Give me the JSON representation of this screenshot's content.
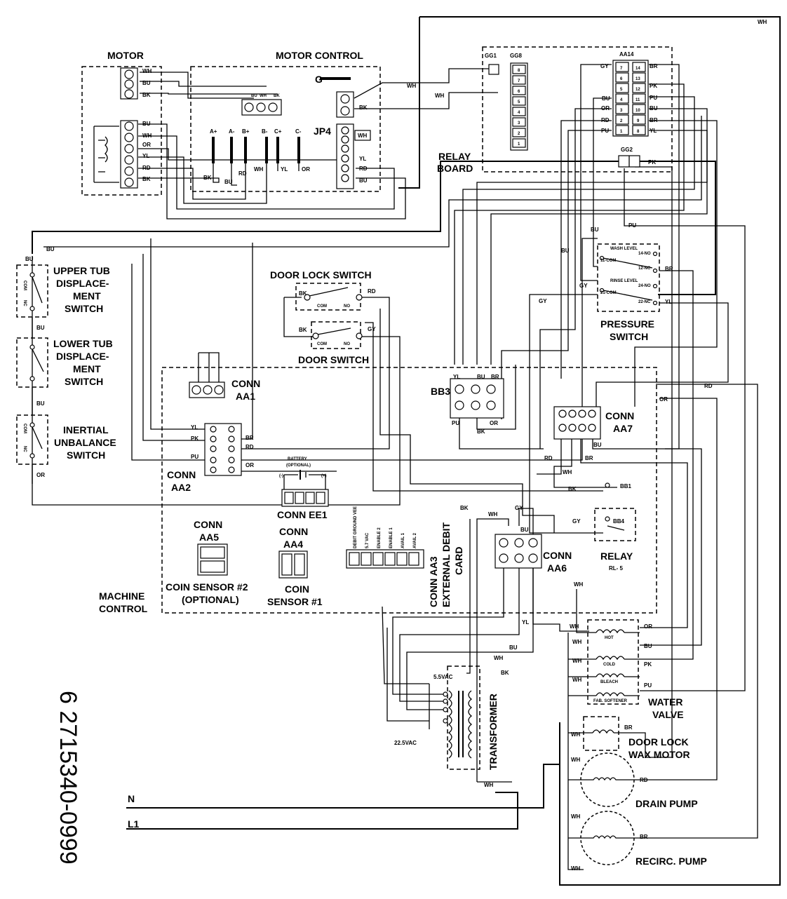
{
  "part_number": "6 2715340-0999",
  "blocks": {
    "motor": "MOTOR",
    "motor_control": "MOTOR CONTROL",
    "motor_control_g": "G",
    "jp4": "JP4",
    "relay_board_1": "RELAY",
    "relay_board_2": "BOARD",
    "gg1": "GG1",
    "gg8": "GG8",
    "aa14": "AA14",
    "gg2": "GG2",
    "pressure_switch_1": "PRESSURE",
    "pressure_switch_2": "SWITCH",
    "wash_level": "WASH LEVEL",
    "rinse_level": "RINSE LEVEL",
    "door_lock_switch": "DOOR LOCK SWITCH",
    "door_switch": "DOOR SWITCH",
    "upper_tub": [
      "UPPER TUB",
      "DISPLACE-",
      "MENT",
      "SWITCH"
    ],
    "lower_tub": [
      "LOWER TUB",
      "DISPLACE-",
      "MENT",
      "SWITCH"
    ],
    "inertial": [
      "INERTIAL",
      "UNBALANCE",
      "SWITCH"
    ],
    "conn_aa1": [
      "CONN",
      "AA1"
    ],
    "conn_aa2": [
      "CONN",
      "AA2"
    ],
    "conn_aa4": [
      "CONN",
      "AA4"
    ],
    "conn_aa5": [
      "CONN",
      "AA5"
    ],
    "conn_aa6": [
      "CONN",
      "AA6"
    ],
    "conn_aa7": [
      "CONN",
      "AA7"
    ],
    "conn_ee1": "CONN EE1",
    "bb3": "BB3",
    "battery": [
      "BATTERY",
      "(OPTIONAL)"
    ],
    "coin_sensor_2": [
      "COIN SENSOR #2",
      "(OPTIONAL)"
    ],
    "coin_sensor_1": [
      "COIN",
      "SENSOR #1"
    ],
    "conn_aa3": [
      "CONN AA3",
      "EXTERNAL DEBIT",
      "CARD"
    ],
    "machine_control": [
      "MACHINE",
      "CONTROL"
    ],
    "relay_rl5": [
      "RELAY",
      "RL- 5"
    ],
    "bb1": "BB1",
    "bb4": "BB4",
    "transformer": "TRANSFORMER",
    "v55": "5.5VAC",
    "v225": "22.5VAC",
    "water_valve": [
      "WATER",
      "VALVE"
    ],
    "door_lock_wax": [
      "DOOR LOCK",
      "WAX MOTOR"
    ],
    "drain_pump": "DRAIN PUMP",
    "recirc_pump": "RECIRC. PUMP",
    "neutral": "N",
    "line": "L1"
  },
  "valve_coils": [
    "HOT",
    "COLD",
    "BLEACH",
    "FAB. SOFTENER"
  ],
  "debit_pins": [
    "DEBIT GROUND VEE",
    "5.7 VAC",
    "ENABLE 2",
    "ENABLE 1",
    "AVAIL 1",
    "AVAIL 2"
  ],
  "switch_terms": {
    "com": "COM",
    "no": "NO",
    "nc": "NC"
  },
  "pressure_terms": {
    "c1": "11-COM",
    "n1": "14-NO",
    "m1": "12-NC",
    "c2": "21-COM",
    "n2": "24-NO",
    "m2": "22-NC"
  },
  "wire_colors": {
    "WH": "WH",
    "BU": "BU",
    "BK": "BK",
    "OR": "OR",
    "YL": "YL",
    "RD": "RD",
    "GY": "GY",
    "PK": "PK",
    "PU": "PU",
    "BR": "BR"
  },
  "motor_terms": [
    "A+",
    "A-",
    "B+",
    "B-",
    "C+",
    "C-"
  ],
  "gg8_pins": [
    "8",
    "7",
    "6",
    "5",
    "4",
    "3",
    "2",
    "1"
  ],
  "aa14_pins": [
    [
      "7",
      "14"
    ],
    [
      "6",
      "13"
    ],
    [
      "5",
      "12"
    ],
    [
      "4",
      "11"
    ],
    [
      "3",
      "10"
    ],
    [
      "2",
      "9"
    ],
    [
      "1",
      "8"
    ]
  ],
  "battery_polarity": [
    "(-)",
    "(+)"
  ]
}
